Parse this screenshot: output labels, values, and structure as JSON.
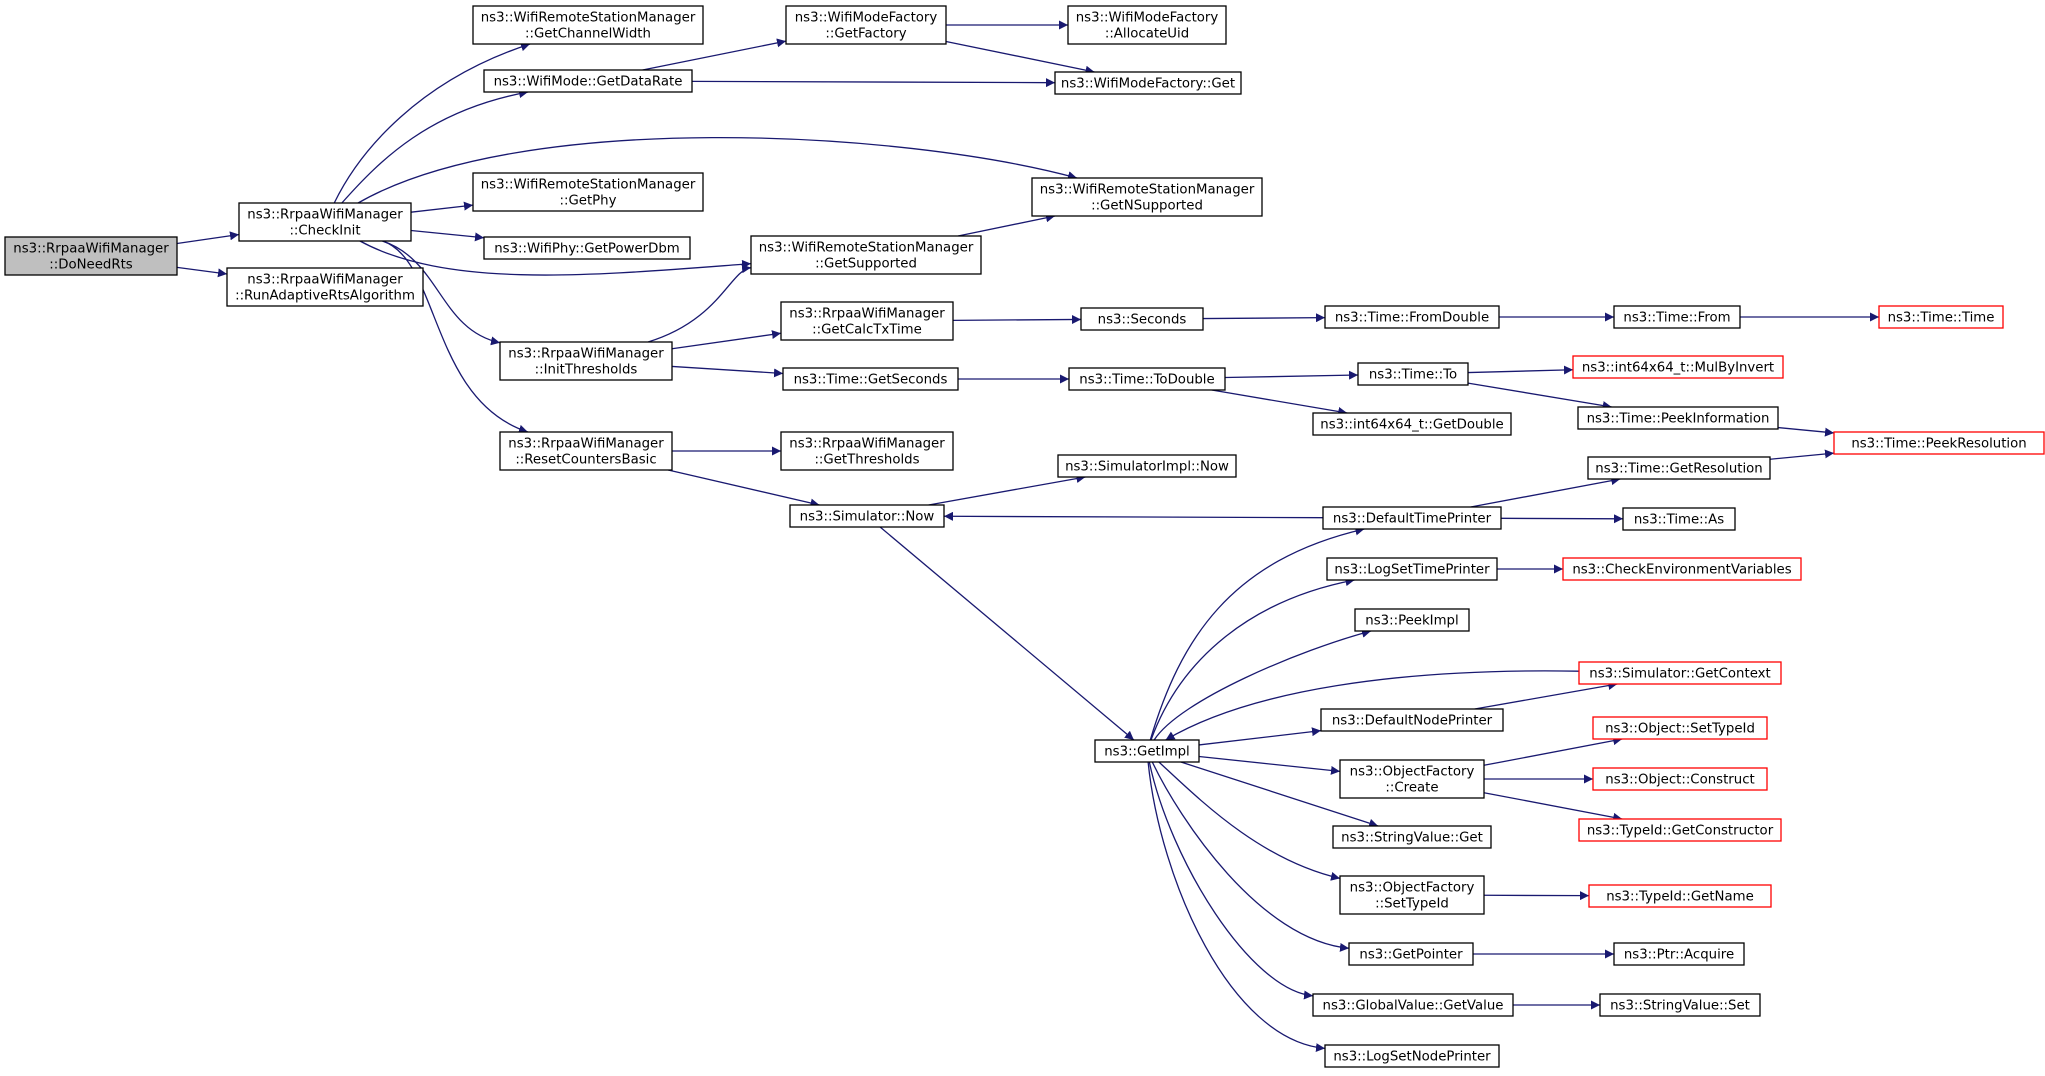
{
  "colors": {
    "edge": "#191970",
    "border_default": "#000000",
    "border_truncated": "#ff0000",
    "root_fill": "#bfbfbf",
    "node_fill": "#ffffff"
  },
  "nodes": [
    {
      "id": "doneedrts",
      "lines": [
        "ns3::RrpaaWifiManager",
        "::DoNeedRts"
      ],
      "style": "root"
    },
    {
      "id": "checkinit",
      "lines": [
        "ns3::RrpaaWifiManager",
        "::CheckInit"
      ],
      "style": "normal"
    },
    {
      "id": "runadaptive",
      "lines": [
        "ns3::RrpaaWifiManager",
        "::RunAdaptiveRtsAlgorithm"
      ],
      "style": "normal"
    },
    {
      "id": "getchannelwidth",
      "lines": [
        "ns3::WifiRemoteStationManager",
        "::GetChannelWidth"
      ],
      "style": "normal"
    },
    {
      "id": "getdatarate",
      "lines": [
        "ns3::WifiMode::GetDataRate"
      ],
      "style": "normal"
    },
    {
      "id": "getphy",
      "lines": [
        "ns3::WifiRemoteStationManager",
        "::GetPhy"
      ],
      "style": "normal"
    },
    {
      "id": "getpowerdbm",
      "lines": [
        "ns3::WifiPhy::GetPowerDbm"
      ],
      "style": "normal"
    },
    {
      "id": "initthresholds",
      "lines": [
        "ns3::RrpaaWifiManager",
        "::InitThresholds"
      ],
      "style": "normal"
    },
    {
      "id": "resetcounters",
      "lines": [
        "ns3::RrpaaWifiManager",
        "::ResetCountersBasic"
      ],
      "style": "normal"
    },
    {
      "id": "getfactory",
      "lines": [
        "ns3::WifiModeFactory",
        "::GetFactory"
      ],
      "style": "normal"
    },
    {
      "id": "getsupported",
      "lines": [
        "ns3::WifiRemoteStationManager",
        "::GetSupported"
      ],
      "style": "normal"
    },
    {
      "id": "getcalctxtime",
      "lines": [
        "ns3::RrpaaWifiManager",
        "::GetCalcTxTime"
      ],
      "style": "normal"
    },
    {
      "id": "getseconds",
      "lines": [
        "ns3::Time::GetSeconds"
      ],
      "style": "normal"
    },
    {
      "id": "getthresholds",
      "lines": [
        "ns3::RrpaaWifiManager",
        "::GetThresholds"
      ],
      "style": "normal"
    },
    {
      "id": "simnow",
      "lines": [
        "ns3::Simulator::Now"
      ],
      "style": "normal"
    },
    {
      "id": "allocateuid",
      "lines": [
        "ns3::WifiModeFactory",
        "::AllocateUid"
      ],
      "style": "normal"
    },
    {
      "id": "factoryget",
      "lines": [
        "ns3::WifiModeFactory::Get"
      ],
      "style": "normal"
    },
    {
      "id": "getnsupported",
      "lines": [
        "ns3::WifiRemoteStationManager",
        "::GetNSupported"
      ],
      "style": "normal"
    },
    {
      "id": "seconds",
      "lines": [
        "ns3::Seconds"
      ],
      "style": "normal"
    },
    {
      "id": "todouble",
      "lines": [
        "ns3::Time::ToDouble"
      ],
      "style": "normal"
    },
    {
      "id": "simimplnow",
      "lines": [
        "ns3::SimulatorImpl::Now"
      ],
      "style": "normal"
    },
    {
      "id": "getimpl",
      "lines": [
        "ns3::GetImpl"
      ],
      "style": "normal"
    },
    {
      "id": "fromdouble",
      "lines": [
        "ns3::Time::FromDouble"
      ],
      "style": "normal"
    },
    {
      "id": "timeto",
      "lines": [
        "ns3::Time::To"
      ],
      "style": "normal"
    },
    {
      "id": "getdouble",
      "lines": [
        "ns3::int64x64_t::GetDouble"
      ],
      "style": "normal"
    },
    {
      "id": "defaulttimeprinter",
      "lines": [
        "ns3::DefaultTimePrinter"
      ],
      "style": "normal"
    },
    {
      "id": "logsettimeprinter",
      "lines": [
        "ns3::LogSetTimePrinter"
      ],
      "style": "normal"
    },
    {
      "id": "peekimpl",
      "lines": [
        "ns3::PeekImpl"
      ],
      "style": "normal"
    },
    {
      "id": "defaultnodeprinter",
      "lines": [
        "ns3::DefaultNodePrinter"
      ],
      "style": "normal"
    },
    {
      "id": "objfactorycreate",
      "lines": [
        "ns3::ObjectFactory",
        "::Create"
      ],
      "style": "normal"
    },
    {
      "id": "stringvalueget",
      "lines": [
        "ns3::StringValue::Get"
      ],
      "style": "normal"
    },
    {
      "id": "objfactorysettypeid",
      "lines": [
        "ns3::ObjectFactory",
        "::SetTypeId"
      ],
      "style": "normal"
    },
    {
      "id": "getpointer",
      "lines": [
        "ns3::GetPointer"
      ],
      "style": "normal"
    },
    {
      "id": "globalvalueget",
      "lines": [
        "ns3::GlobalValue::GetValue"
      ],
      "style": "normal"
    },
    {
      "id": "logsetnodeprinter",
      "lines": [
        "ns3::LogSetNodePrinter"
      ],
      "style": "normal"
    },
    {
      "id": "timefrom",
      "lines": [
        "ns3::Time::From"
      ],
      "style": "normal"
    },
    {
      "id": "peekinformation",
      "lines": [
        "ns3::Time::PeekInformation"
      ],
      "style": "normal"
    },
    {
      "id": "getresolution",
      "lines": [
        "ns3::Time::GetResolution"
      ],
      "style": "normal"
    },
    {
      "id": "timeas",
      "lines": [
        "ns3::Time::As"
      ],
      "style": "normal"
    },
    {
      "id": "ptracquire",
      "lines": [
        "ns3::Ptr::Acquire"
      ],
      "style": "normal"
    },
    {
      "id": "stringvalueset",
      "lines": [
        "ns3::StringValue::Set"
      ],
      "style": "normal"
    },
    {
      "id": "timetime",
      "lines": [
        "ns3::Time::Time"
      ],
      "style": "truncated"
    },
    {
      "id": "mulbyinvert",
      "lines": [
        "ns3::int64x64_t::MulByInvert"
      ],
      "style": "truncated"
    },
    {
      "id": "peekresolution",
      "lines": [
        "ns3::Time::PeekResolution"
      ],
      "style": "truncated"
    },
    {
      "id": "checkenv",
      "lines": [
        "ns3::CheckEnvironmentVariables"
      ],
      "style": "truncated"
    },
    {
      "id": "simgetcontext",
      "lines": [
        "ns3::Simulator::GetContext"
      ],
      "style": "truncated"
    },
    {
      "id": "objsettypeid",
      "lines": [
        "ns3::Object::SetTypeId"
      ],
      "style": "truncated"
    },
    {
      "id": "objconstruct",
      "lines": [
        "ns3::Object::Construct"
      ],
      "style": "truncated"
    },
    {
      "id": "typeidgetconstructor",
      "lines": [
        "ns3::TypeId::GetConstructor"
      ],
      "style": "truncated"
    },
    {
      "id": "typeidgetname",
      "lines": [
        "ns3::TypeId::GetName"
      ],
      "style": "truncated"
    }
  ]
}
